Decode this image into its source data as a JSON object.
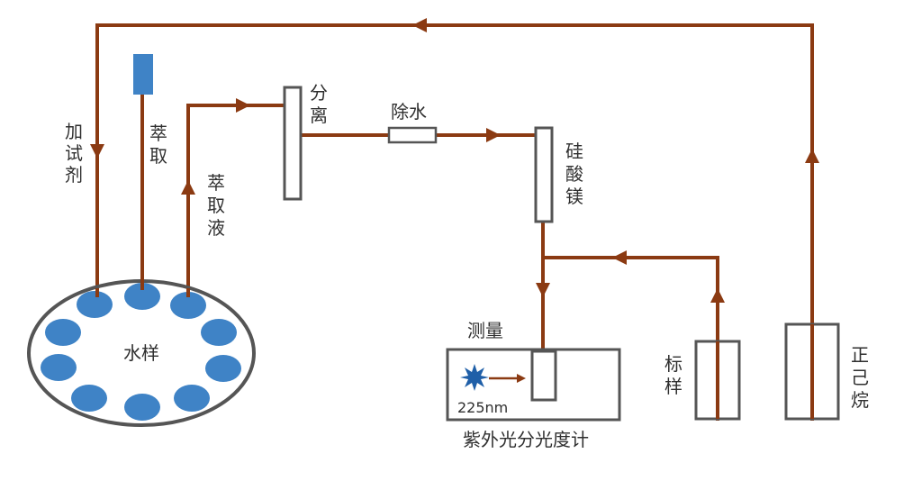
{
  "labels": {
    "add_reagent": [
      "加",
      "试",
      "剂"
    ],
    "extract": [
      "萃",
      "取"
    ],
    "extract_liquid": [
      "萃",
      "取",
      "液"
    ],
    "separate": [
      "分",
      "离"
    ],
    "remove_water": "除水",
    "magnesium_silicate": [
      "硅",
      "酸",
      "镁"
    ],
    "water_sample": "水样",
    "measure": "测量",
    "wavelength": "225nm",
    "spectrophotometer": "紫外光分光度计",
    "standard_sample": [
      "标",
      "样"
    ],
    "hexane": [
      "正",
      "己",
      "烷"
    ]
  },
  "colors": {
    "pipe": "#8b3a12",
    "sample_well": "#3f83c6",
    "outline": "#555555",
    "lamp": "#1f5fa8"
  },
  "icons": [
    "lamp-star-icon",
    "flow-arrow-icon"
  ]
}
